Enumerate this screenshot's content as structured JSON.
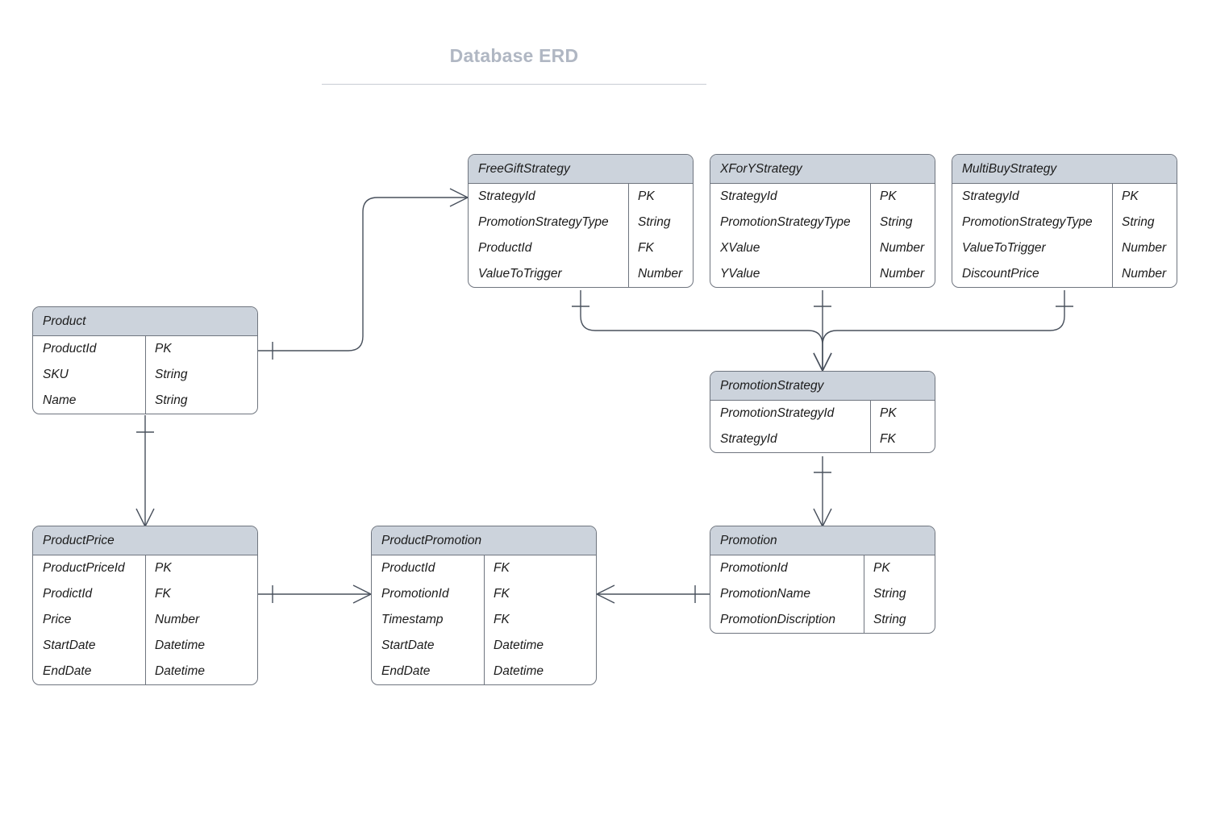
{
  "title": "Database ERD",
  "entities": [
    {
      "key": "freegiftstrategy",
      "name": "FreeGiftStrategy",
      "attrs": [
        {
          "name": "StrategyId",
          "type": "PK"
        },
        {
          "name": "PromotionStrategyType",
          "type": "String"
        },
        {
          "name": "ProductId",
          "type": "FK"
        },
        {
          "name": "ValueToTrigger",
          "type": "Number"
        }
      ]
    },
    {
      "key": "xforystrategy",
      "name": "XForYStrategy",
      "attrs": [
        {
          "name": "StrategyId",
          "type": "PK"
        },
        {
          "name": "PromotionStrategyType",
          "type": "String"
        },
        {
          "name": "XValue",
          "type": "Number"
        },
        {
          "name": "YValue",
          "type": "Number"
        }
      ]
    },
    {
      "key": "multibuystrategy",
      "name": "MultiBuyStrategy",
      "attrs": [
        {
          "name": "StrategyId",
          "type": "PK"
        },
        {
          "name": "PromotionStrategyType",
          "type": "String"
        },
        {
          "name": "ValueToTrigger",
          "type": "Number"
        },
        {
          "name": "DiscountPrice",
          "type": "Number"
        }
      ]
    },
    {
      "key": "product",
      "name": "Product",
      "attrs": [
        {
          "name": "ProductId",
          "type": "PK"
        },
        {
          "name": "SKU",
          "type": "String"
        },
        {
          "name": "Name",
          "type": "String"
        }
      ]
    },
    {
      "key": "promotionstrategy",
      "name": "PromotionStrategy",
      "attrs": [
        {
          "name": "PromotionStrategyId",
          "type": "PK"
        },
        {
          "name": "StrategyId",
          "type": "FK"
        }
      ]
    },
    {
      "key": "productprice",
      "name": "ProductPrice",
      "attrs": [
        {
          "name": "ProductPriceId",
          "type": "PK"
        },
        {
          "name": "ProdictId",
          "type": "FK"
        },
        {
          "name": "Price",
          "type": "Number"
        },
        {
          "name": "StartDate",
          "type": "Datetime"
        },
        {
          "name": "EndDate",
          "type": "Datetime"
        }
      ]
    },
    {
      "key": "productpromotion",
      "name": "ProductPromotion",
      "attrs": [
        {
          "name": "ProductId",
          "type": "FK"
        },
        {
          "name": "PromotionId",
          "type": "FK"
        },
        {
          "name": "Timestamp",
          "type": "FK"
        },
        {
          "name": "StartDate",
          "type": "Datetime"
        },
        {
          "name": "EndDate",
          "type": "Datetime"
        }
      ]
    },
    {
      "key": "promotion",
      "name": "Promotion",
      "attrs": [
        {
          "name": "PromotionId",
          "type": "PK"
        },
        {
          "name": "PromotionName",
          "type": "String"
        },
        {
          "name": "PromotionDiscription",
          "type": "String"
        }
      ]
    }
  ],
  "relationships": [
    {
      "from": "Product",
      "to": "FreeGiftStrategy",
      "from_cardinality": "one",
      "to_cardinality": "many"
    },
    {
      "from": "FreeGiftStrategy",
      "to": "PromotionStrategy",
      "from_cardinality": "one",
      "to_cardinality": "many"
    },
    {
      "from": "XForYStrategy",
      "to": "PromotionStrategy",
      "from_cardinality": "one",
      "to_cardinality": "many"
    },
    {
      "from": "MultiBuyStrategy",
      "to": "PromotionStrategy",
      "from_cardinality": "one",
      "to_cardinality": "many"
    },
    {
      "from": "Product",
      "to": "ProductPrice",
      "from_cardinality": "one",
      "to_cardinality": "many"
    },
    {
      "from": "ProductPrice",
      "to": "ProductPromotion",
      "from_cardinality": "one",
      "to_cardinality": "many"
    },
    {
      "from": "Promotion",
      "to": "ProductPromotion",
      "from_cardinality": "one",
      "to_cardinality": "many"
    },
    {
      "from": "PromotionStrategy",
      "to": "Promotion",
      "from_cardinality": "one",
      "to_cardinality": "many"
    }
  ],
  "colors": {
    "header_fill": "#ccd3dc",
    "border": "#6f757f",
    "title_text": "#b0b7c3",
    "connector": "#48505c",
    "body_fill": "#ffffff"
  }
}
